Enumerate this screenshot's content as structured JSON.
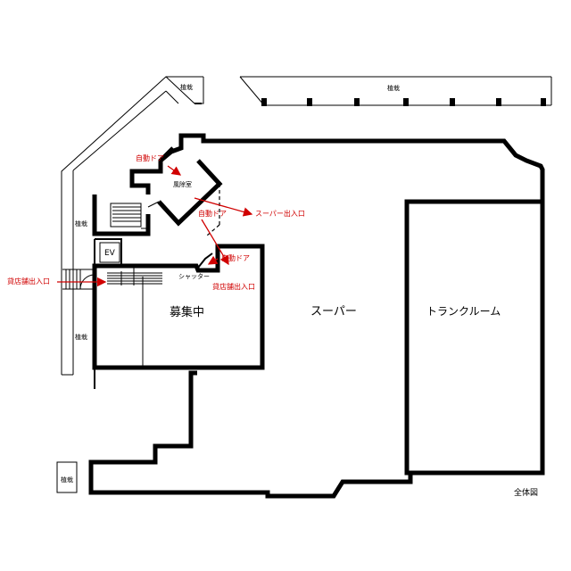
{
  "labels": {
    "planting_top_left": "植栽",
    "planting_top_right": "植栽",
    "planting_left_upper": "植栽",
    "planting_left_lower": "植栽",
    "planting_bottom_left": "植栽",
    "windbreak_room": "風除室",
    "ev": "EV",
    "shutter": "シャッター",
    "auto_door_1": "自動ドア",
    "auto_door_2": "自動ドア",
    "auto_door_3": "自動ドア",
    "super_entrance": "スーパー出入口",
    "rental_entrance_left": "貸店舗出入口",
    "rental_entrance_right": "貸店舗出入口",
    "recruiting": "募集中",
    "super": "スーパー",
    "trunk_room": "トランクルーム",
    "overall_plan": "全体図"
  },
  "colors": {
    "wall": "#000000",
    "annotation": "#d00000",
    "background": "#ffffff"
  }
}
